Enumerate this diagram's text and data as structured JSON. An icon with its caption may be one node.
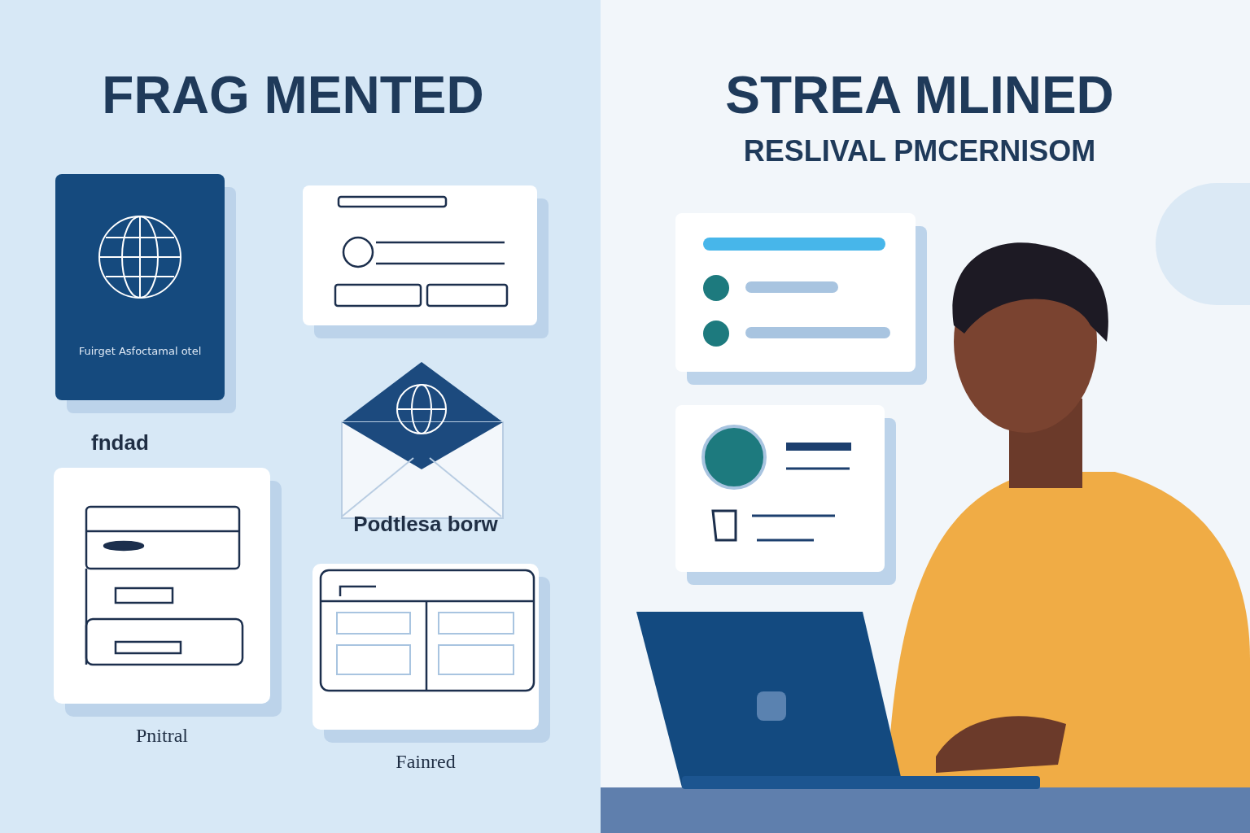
{
  "diagram": {
    "nodes": [
      {
        "text": [
          "Fuirget Asfoctamal otel"
        ]
      },
      {
        "text": [],
        "shape": "box"
      },
      {
        "text": [],
        "shape": "picture"
      },
      {
        "text": [
          "fndad"
        ],
        "beside": [
          "Pnitral"
        ]
      },
      {
        "text": [
          "Podtlesa borw"
        ],
        "beside": [
          "Fainred"
        ]
      },
      {
        "text": [],
        "shape": "box"
      },
      {
        "text": [],
        "shape": "box"
      }
    ],
    "edges": [],
    "labels": [
      "FRAG MENTED",
      "STREA MLINED",
      "RESLIVAL PMCERNISOM"
    ]
  }
}
